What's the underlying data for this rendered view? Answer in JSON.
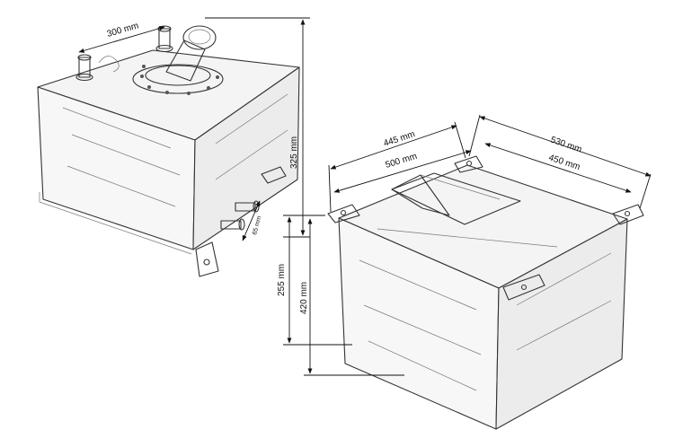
{
  "dimensions": {
    "filler_spacing": "300 mm",
    "height_total_left": "325 mm",
    "fitting_spacing": "65 mm",
    "height_mid": "255 mm",
    "height_total_right": "420 mm",
    "depth_outer": "445 mm",
    "depth_inner": "500 mm",
    "width_outer": "530 mm",
    "width_inner": "450 mm"
  },
  "colors": {
    "line": "#333333",
    "dimension": "#111111",
    "background": "#ffffff"
  }
}
